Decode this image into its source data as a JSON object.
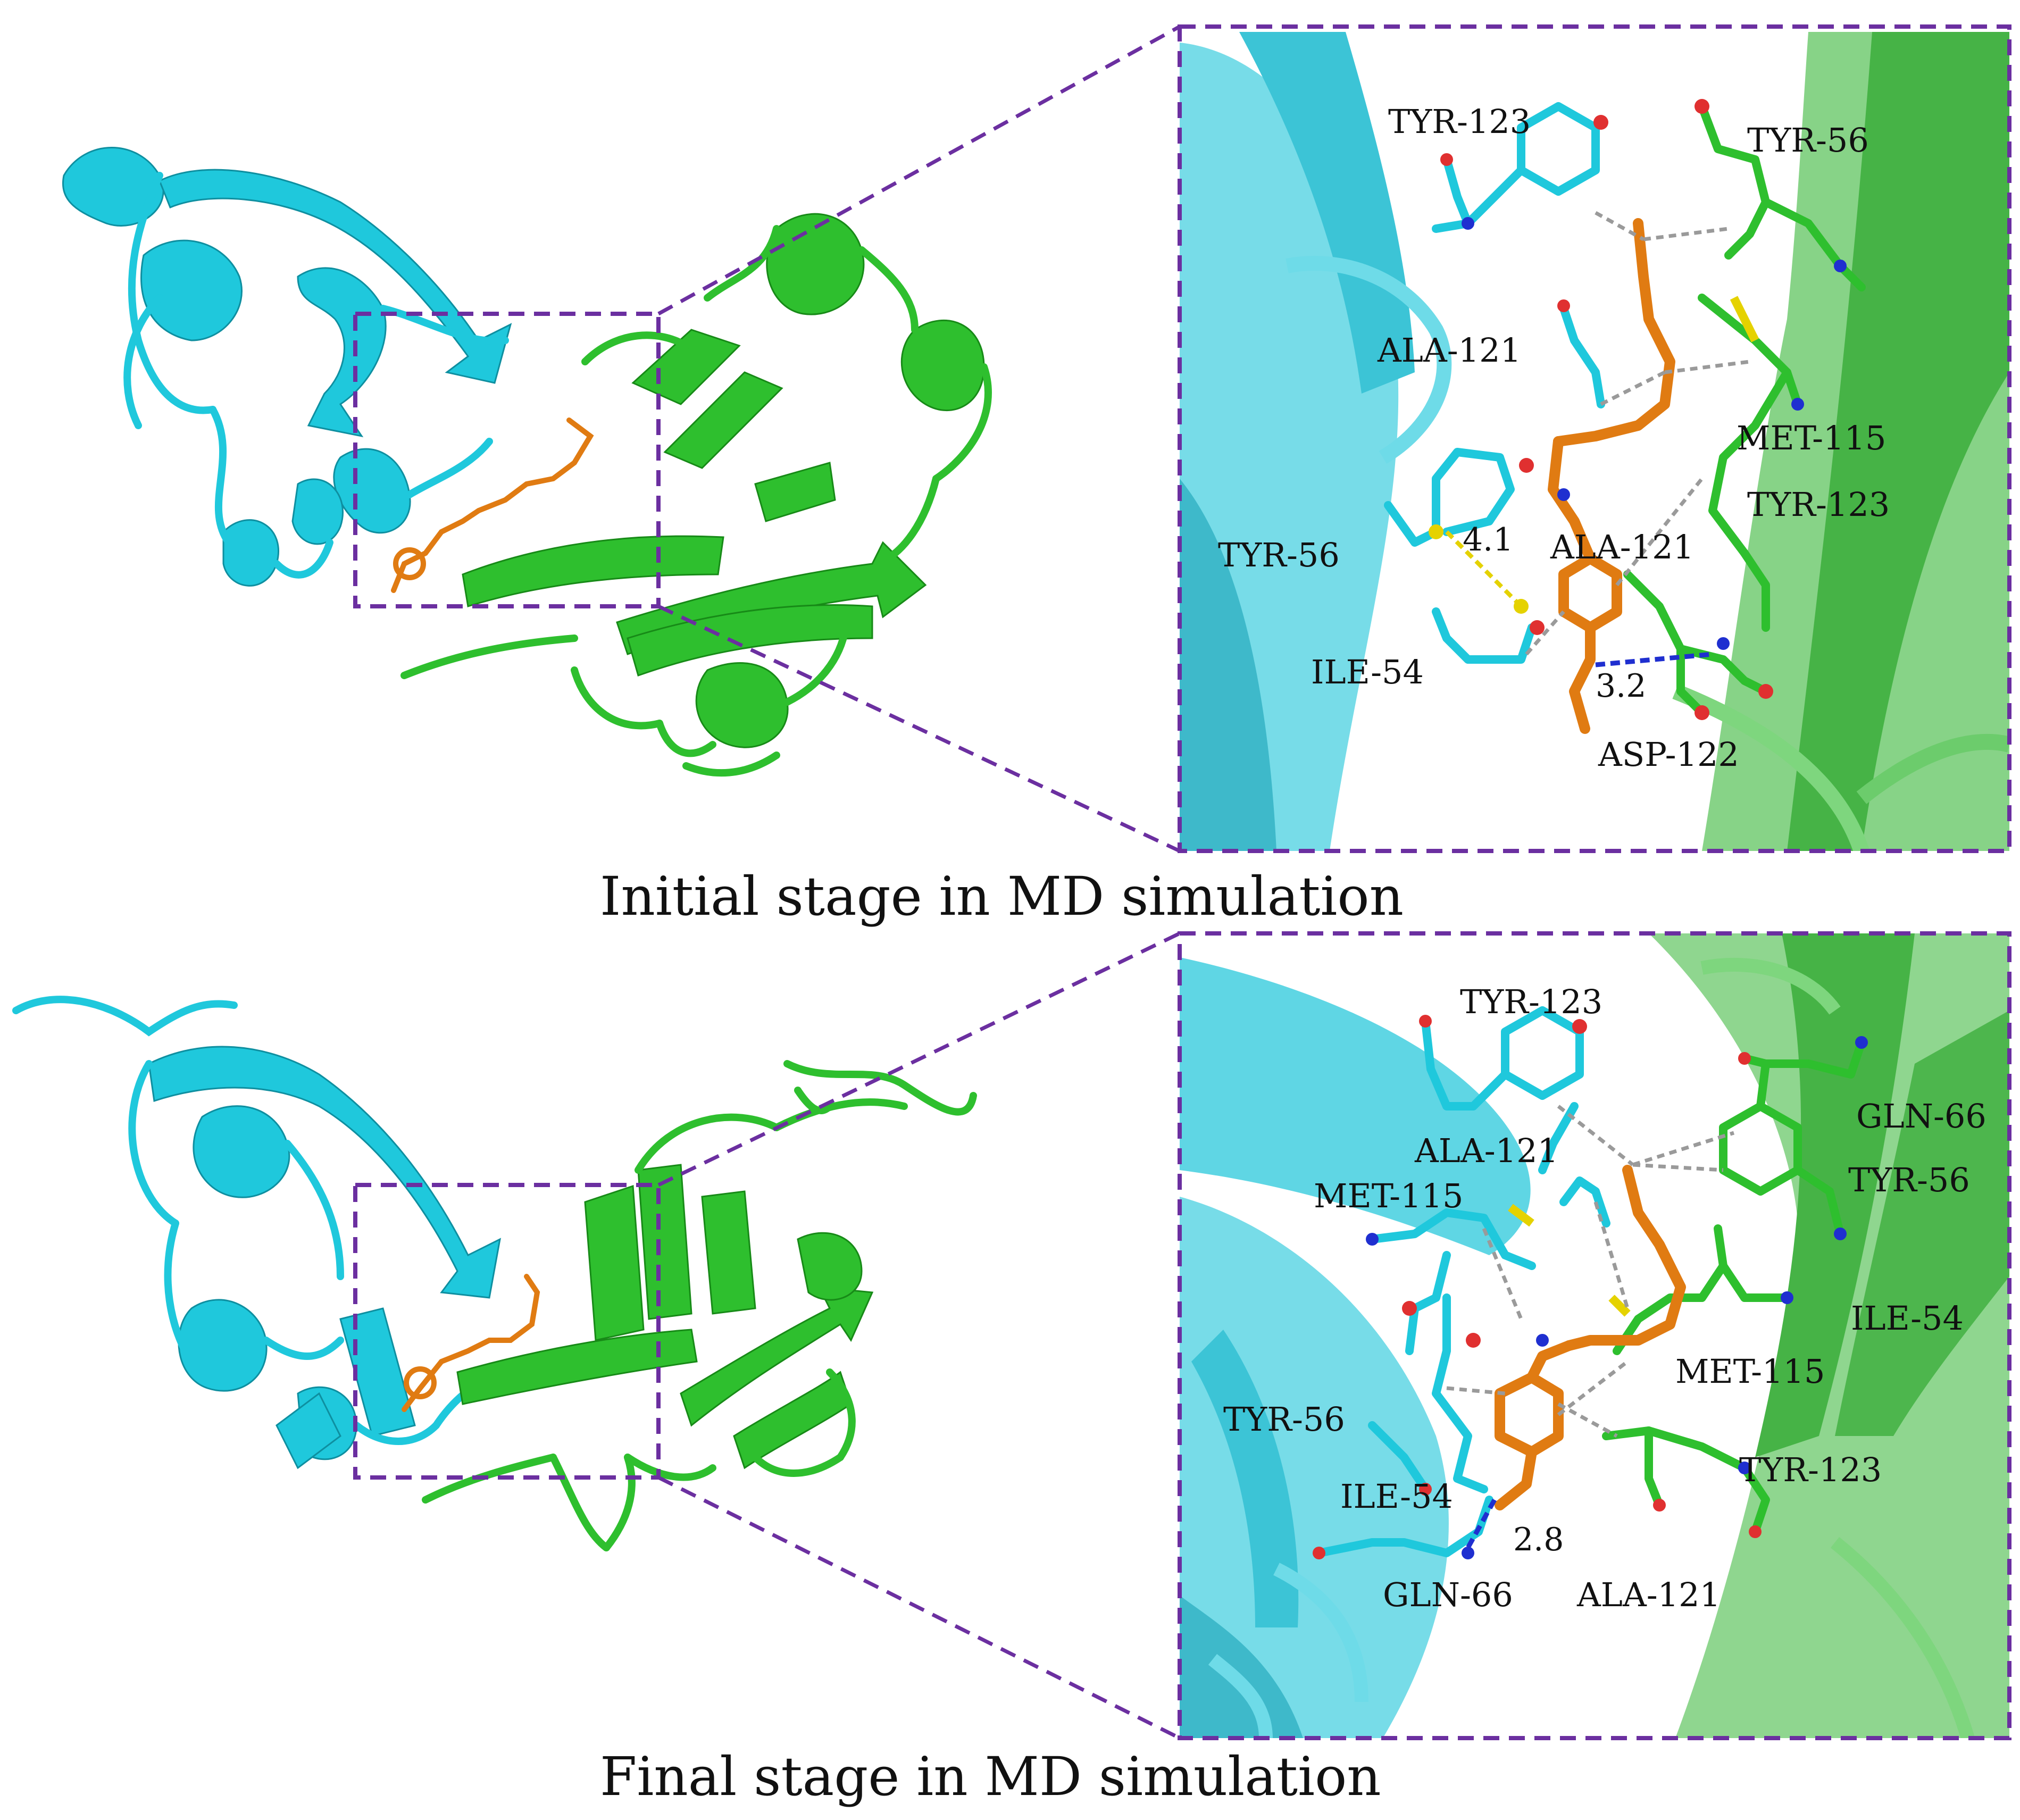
{
  "colors": {
    "chain_a": "#1fc8dc",
    "chain_b": "#2ebf2e",
    "ligand": "#e07b12",
    "frame": "#6b2fa0",
    "hbond": "#1f2fd0",
    "pi": "#e5d200",
    "contact": "#9a9a9a"
  },
  "panels": [
    {
      "caption": "Initial stage in MD simulation",
      "residue_labels": [
        "TYR-123",
        "TYR-56",
        "ALA-121",
        "MET-115",
        "TYR-123",
        "TYR-56",
        "ALA-121",
        "ILE-54",
        "ASP-122"
      ],
      "distances": [
        "4.1",
        "3.2"
      ]
    },
    {
      "caption": "Final stage in MD simulation",
      "residue_labels": [
        "TYR-123",
        "GLN-66",
        "ALA-121",
        "TYR-56",
        "MET-115",
        "ILE-54",
        "MET-115",
        "TYR-56",
        "TYR-123",
        "ILE-54",
        "GLN-66",
        "ALA-121"
      ],
      "distances": [
        "2.8"
      ]
    }
  ]
}
